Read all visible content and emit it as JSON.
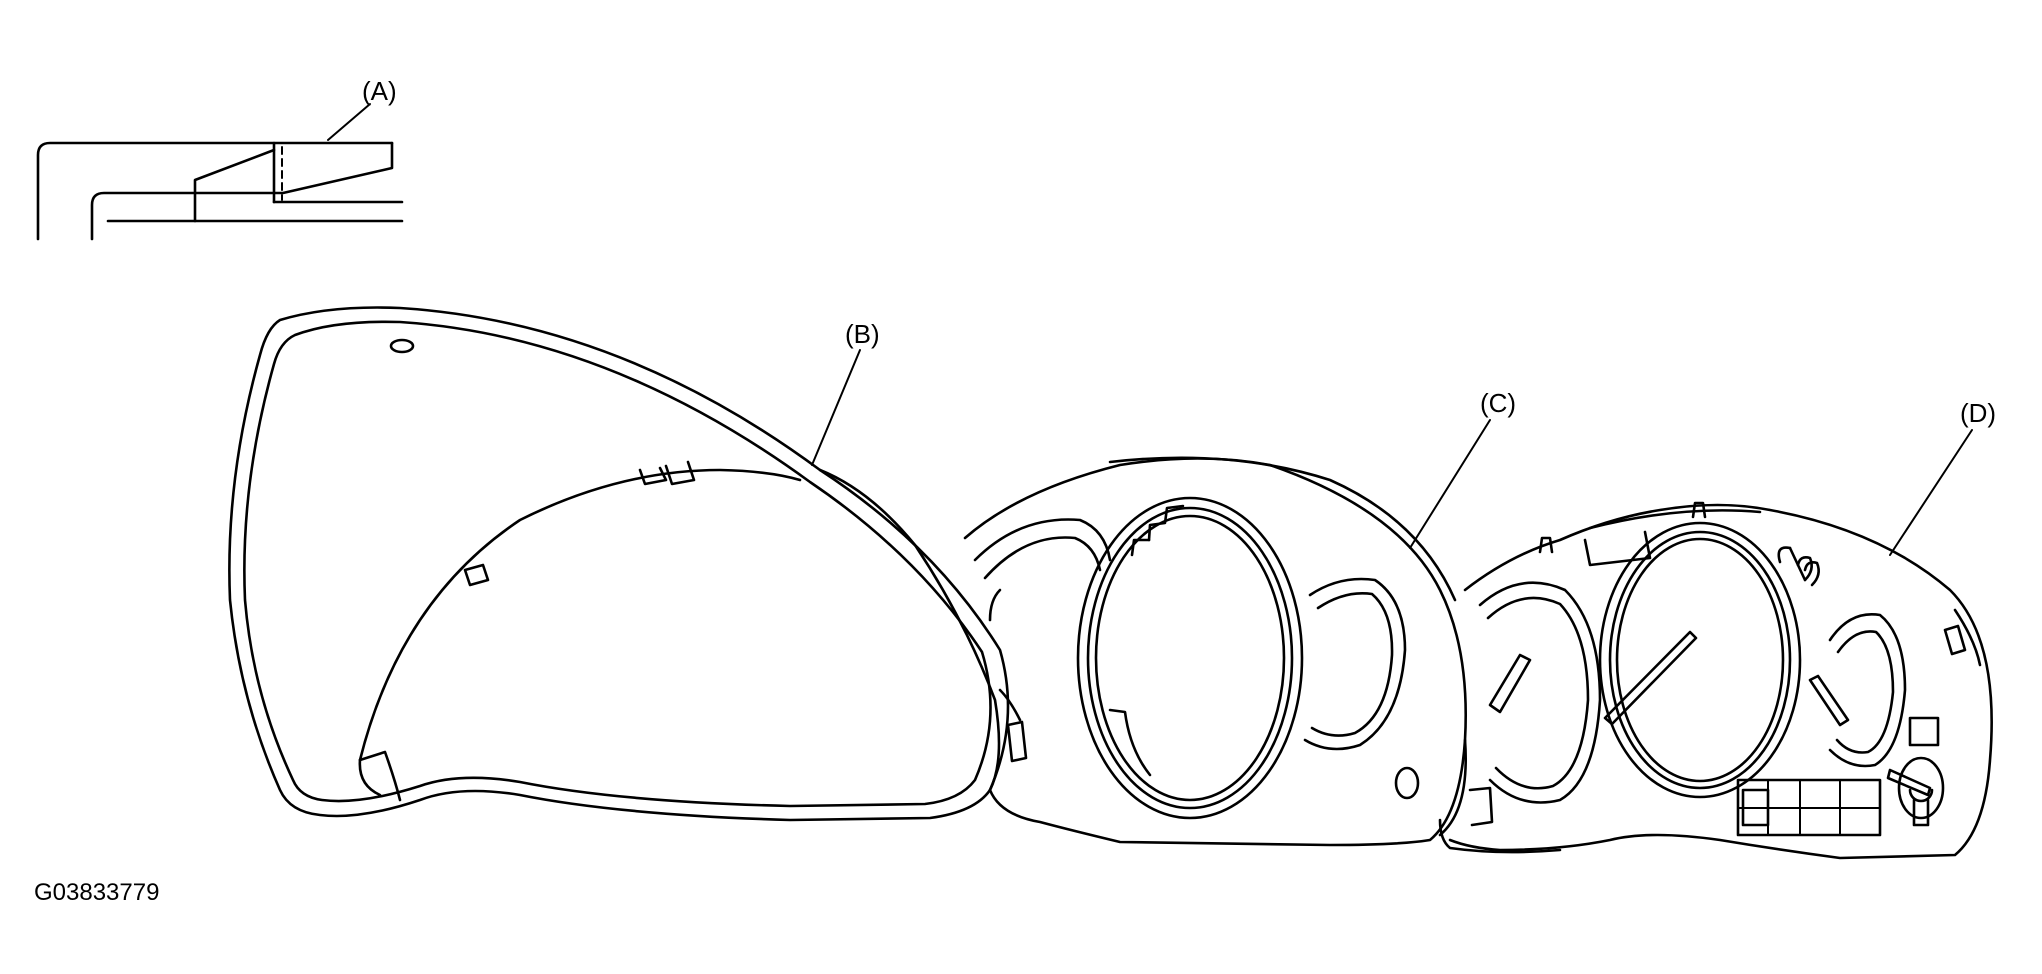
{
  "labels": {
    "a": "(A)",
    "b": "(B)",
    "c": "(C)",
    "d": "(D)"
  },
  "figure_id": "G03833779",
  "colors": {
    "ink": "#000000",
    "paper": "#ffffff"
  }
}
